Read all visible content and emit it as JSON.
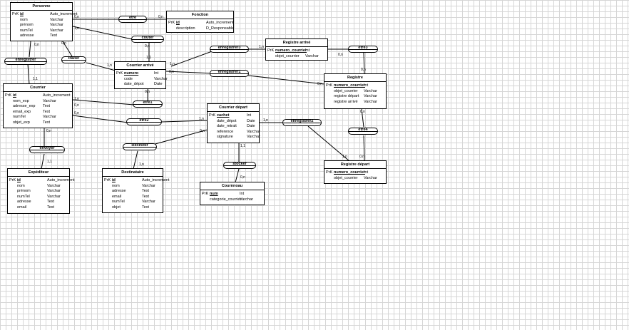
{
  "entities": {
    "personne": {
      "title": "Personne",
      "rows": [
        {
          "key": "PrK",
          "name": "id",
          "type": "Auto_increment",
          "pk": true
        },
        {
          "key": "",
          "name": "nom",
          "type": "Varchar"
        },
        {
          "key": "",
          "name": "prénom",
          "type": "Varchar"
        },
        {
          "key": "",
          "name": "numTel",
          "type": "Varchar"
        },
        {
          "key": "",
          "name": "adresse",
          "type": "Text"
        }
      ]
    },
    "fonction": {
      "title": "Fonction",
      "rows": [
        {
          "key": "PrK",
          "name": "id",
          "type": "Auto_increment",
          "pk": true
        },
        {
          "key": "",
          "name": "description",
          "type": "D_Responsable"
        }
      ]
    },
    "registre_arrive": {
      "title": "Registre arrivé",
      "rows": [
        {
          "key": "PrK",
          "name": "numero_courrier",
          "type": "Int",
          "pk": true
        },
        {
          "key": "",
          "name": "objet_courrier",
          "type": "Varchar"
        }
      ]
    },
    "courrier_arrive": {
      "title": "Courrier arrivé",
      "rows": [
        {
          "key": "PrK",
          "name": "numero",
          "type": "Int",
          "pk": true
        },
        {
          "key": "",
          "name": "code",
          "type": "Varchar"
        },
        {
          "key": "",
          "name": "date_dépot",
          "type": "Date"
        }
      ]
    },
    "registre": {
      "title": "Registre",
      "rows": [
        {
          "key": "PrK",
          "name": "numero_courrier",
          "type": "Int",
          "pk": true
        },
        {
          "key": "",
          "name": "objet_courrier",
          "type": "Varchar"
        },
        {
          "key": "",
          "name": "registre départ",
          "type": "Varchar"
        },
        {
          "key": "",
          "name": "registre arrivé",
          "type": "Varchar"
        }
      ]
    },
    "courrier": {
      "title": "Courrier",
      "rows": [
        {
          "key": "PrK",
          "name": "id",
          "type": "Auto_increment",
          "pk": true
        },
        {
          "key": "",
          "name": "nom_exp",
          "type": "Varchar"
        },
        {
          "key": "",
          "name": "adresse_exp",
          "type": "Text"
        },
        {
          "key": "",
          "name": "email_exp",
          "type": "Text"
        },
        {
          "key": "",
          "name": "numTel",
          "type": "Varchar"
        },
        {
          "key": "",
          "name": "objet_exp",
          "type": "Text"
        }
      ]
    },
    "courrier_depart": {
      "title": "Courrier départ",
      "rows": [
        {
          "key": "PrK",
          "name": "cachet",
          "type": "Int",
          "pk": true
        },
        {
          "key": "",
          "name": "date_dépot",
          "type": "Date"
        },
        {
          "key": "",
          "name": "date_retrait",
          "type": "Date"
        },
        {
          "key": "",
          "name": "reference",
          "type": "Varchar"
        },
        {
          "key": "",
          "name": "signature",
          "type": "Varchar"
        }
      ]
    },
    "registre_depart": {
      "title": "Registre départ",
      "rows": [
        {
          "key": "PrK",
          "name": "numero_courrier",
          "type": "Int",
          "pk": true
        },
        {
          "key": "",
          "name": "objet_courrier",
          "type": "Varchar"
        }
      ]
    },
    "expediteur": {
      "title": "Expéditeur",
      "rows": [
        {
          "key": "PrK",
          "name": "id",
          "type": "Auto_increment",
          "pk": true
        },
        {
          "key": "",
          "name": "nom",
          "type": "Varchar"
        },
        {
          "key": "",
          "name": "prénom",
          "type": "Varchar"
        },
        {
          "key": "",
          "name": "numTel",
          "type": "Varchar"
        },
        {
          "key": "",
          "name": "adresse",
          "type": "Text"
        },
        {
          "key": "",
          "name": "email",
          "type": "Text"
        }
      ]
    },
    "destinataire": {
      "title": "Destinataire",
      "rows": [
        {
          "key": "PrK",
          "name": "id",
          "type": "Auto_increment",
          "pk": true
        },
        {
          "key": "",
          "name": "nom",
          "type": "Varchar"
        },
        {
          "key": "",
          "name": "adresse",
          "type": "Text"
        },
        {
          "key": "",
          "name": "email",
          "type": "Text"
        },
        {
          "key": "",
          "name": "numTel",
          "type": "Varchar"
        },
        {
          "key": "",
          "name": "objet",
          "type": "Text"
        }
      ]
    },
    "cournnoau": {
      "title": "Cournnoau",
      "rows": [
        {
          "key": "PrK",
          "name": "num",
          "type": "Int",
          "pk": true
        },
        {
          "key": "",
          "name": "categorie_courrier",
          "type": "Varchar"
        }
      ]
    }
  },
  "relations": {
    "etre": "être",
    "couter": "couter",
    "traiter": "traiter",
    "enregistrer": "enregistrer",
    "enregistrer3": "enregistrer3",
    "etre3": "être3",
    "enregistrer1": "enregistrer1",
    "etre1": "être1",
    "etre2": "être2",
    "envoyer": "envoyer",
    "recevoir": "Recevoir",
    "stocker": "stocker",
    "enregistrer2": "enregistrer2",
    "etre4": "être4"
  },
  "cardinalities": [
    "0,n",
    "0,n",
    "1,n",
    "0,n",
    "0,n",
    "1,1",
    "1,n",
    "0,n",
    "1,1",
    "1,n",
    "0,n",
    "1,n",
    "0,n",
    "0,n",
    "0,n",
    "1,n",
    "0,n",
    "0,n",
    "0,n",
    "1,n",
    "0,n",
    "1,1",
    "0,n",
    "1,n",
    "1,n",
    "1,1",
    "0,n",
    "0,n",
    "1,n"
  ]
}
